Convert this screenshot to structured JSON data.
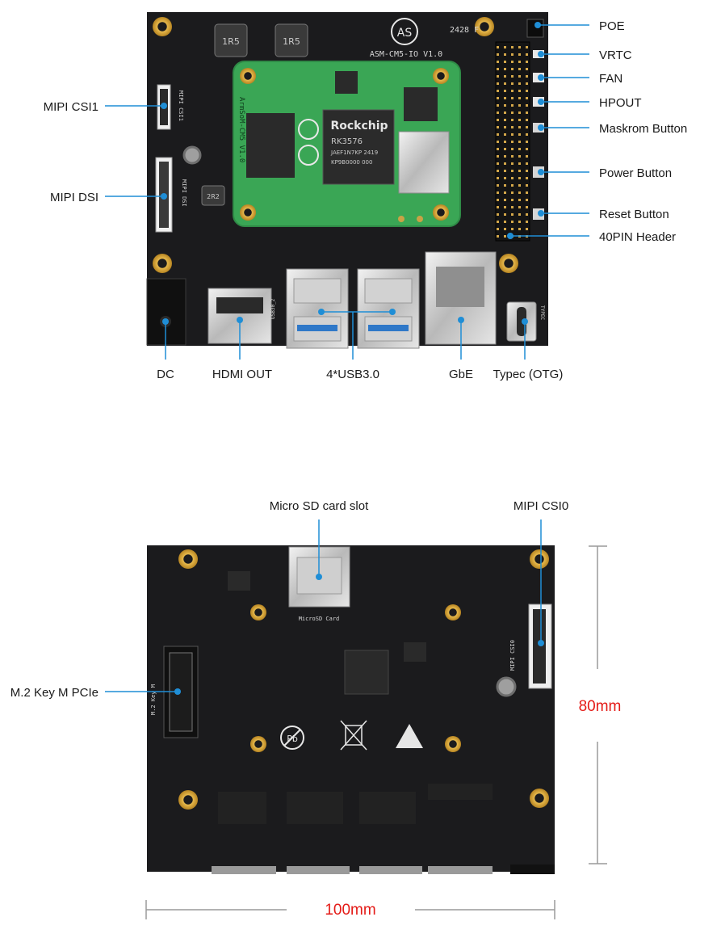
{
  "top_board": {
    "board_label": "ASM-CM5-IO V1.0",
    "module_label": "ArmSoM-CM5 V1.0",
    "soc_brand": "Rockchip",
    "soc_model": "RK3576",
    "soc_lot": "JAEF1N7KP 2419",
    "soc_code": "KP9B0000 000",
    "inductor_marking": "1R5",
    "small_inductor_marking": "2R2",
    "date_code": "2428 F",
    "silk_csi1": "MIPI CSI1",
    "silk_dsi": "MIPI DSI",
    "silk_usb": "USB30_2",
    "silk_typec": "TYPEC"
  },
  "top_callouts": {
    "poe": "POE",
    "vrtc": "VRTC",
    "fan": "FAN",
    "hpout": "HPOUT",
    "maskrom": "Maskrom Button",
    "power": "Power Button",
    "reset": "Reset Button",
    "header40": "40PIN Header",
    "csi1": "MIPI CSI1",
    "dsi": "MIPI DSI",
    "dc": "DC",
    "hdmi": "HDMI OUT",
    "usb": "4*USB3.0",
    "gbe": "GbE",
    "typec": "Typec (OTG)"
  },
  "bottom_callouts": {
    "microsd": "Micro SD card slot",
    "csi0": "MIPI CSI0",
    "m2": "M.2 Key M PCIe"
  },
  "bottom_board": {
    "microsd_silk": "MicroSD Card",
    "csi0_silk": "MIPI CSI0",
    "m2_silk": "M.2 Key M"
  },
  "dimensions": {
    "height": "80mm",
    "width": "100mm"
  },
  "colors": {
    "callout_line": "#1f8ed6",
    "dimension_text": "#e41b17",
    "dimension_line": "#9a9a9a",
    "pcb": "#1b1b1d",
    "module_pcb": "#3aa655",
    "gold": "#d6a43a"
  }
}
